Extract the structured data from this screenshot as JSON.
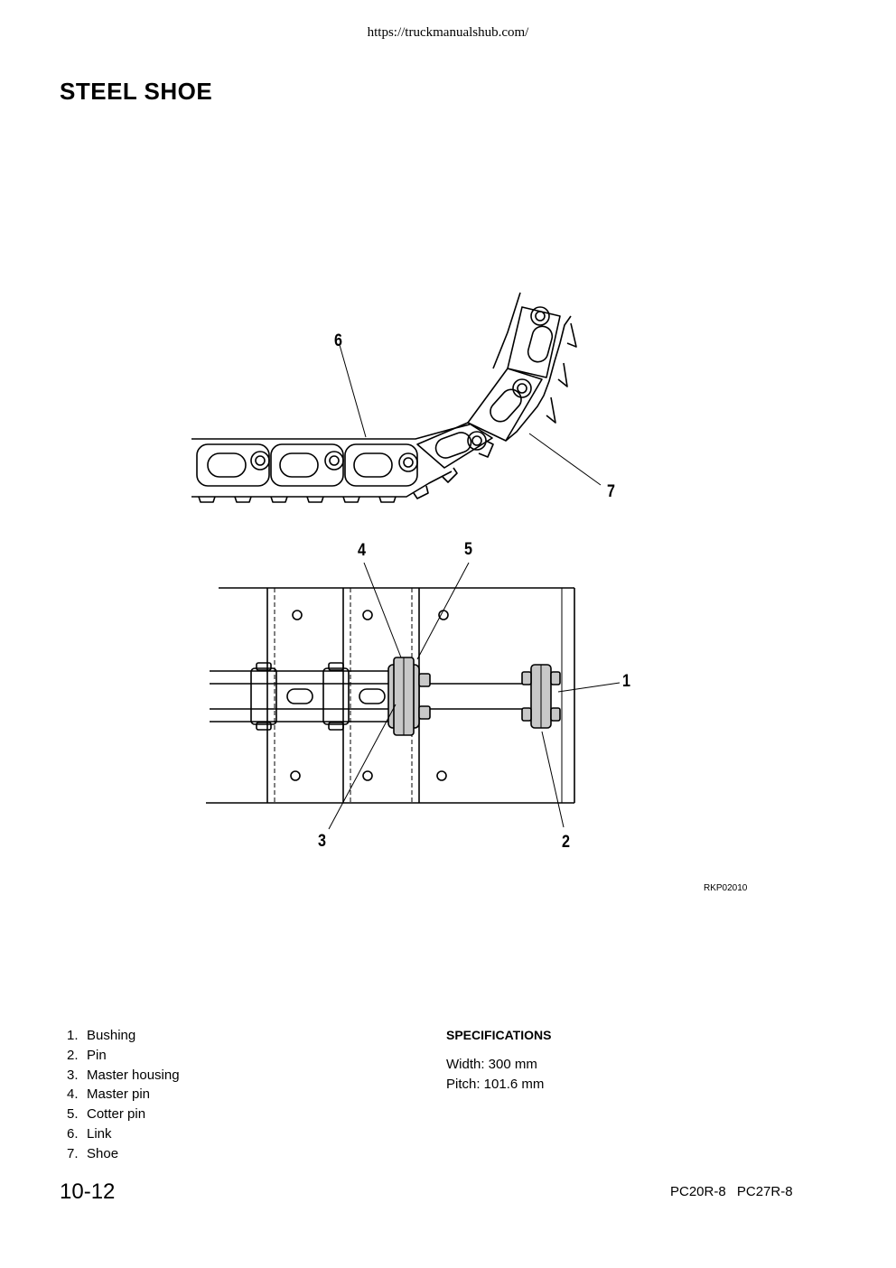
{
  "header": {
    "url": "https://truckmanualshub.com/"
  },
  "page": {
    "title": "STEEL SHOE"
  },
  "figure": {
    "code": "RKP02010",
    "callouts": [
      "1",
      "2",
      "3",
      "4",
      "5",
      "6",
      "7"
    ]
  },
  "parts": [
    {
      "num": "1.",
      "label": "Bushing"
    },
    {
      "num": "2.",
      "label": "Pin"
    },
    {
      "num": "3.",
      "label": "Master housing"
    },
    {
      "num": "4.",
      "label": "Master pin"
    },
    {
      "num": "5.",
      "label": "Cotter pin"
    },
    {
      "num": "6.",
      "label": "Link"
    },
    {
      "num": "7.",
      "label": "Shoe"
    }
  ],
  "specifications": {
    "heading": "SPECIFICATIONS",
    "lines": [
      "Width: 300 mm",
      "Pitch: 101.6 mm"
    ]
  },
  "footer": {
    "page_number": "10-12",
    "model": "PC20R-8 PC27R-8"
  }
}
